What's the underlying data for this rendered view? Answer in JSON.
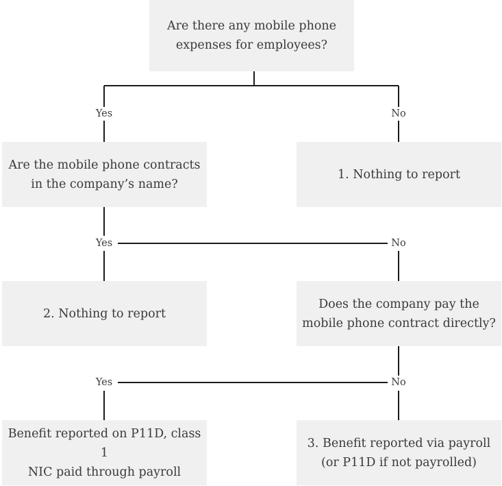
{
  "nodes": {
    "q1": {
      "lines": [
        "Are there any mobile phone",
        "expenses for employees?"
      ]
    },
    "q2": {
      "lines": [
        "Are the mobile phone contracts",
        "in the company’s name?"
      ]
    },
    "r1": {
      "lines": [
        "1. Nothing to report"
      ]
    },
    "r2": {
      "lines": [
        "2. Nothing to report"
      ]
    },
    "q3": {
      "lines": [
        "Does the company pay the",
        "mobile phone contract directly?"
      ]
    },
    "r_benefit": {
      "lines": [
        "Benefit reported on P11D, class 1",
        "NIC paid through payroll"
      ]
    },
    "r3": {
      "lines": [
        "3. Benefit reported via payroll",
        "(or P11D if not payrolled)"
      ]
    }
  },
  "labels": {
    "yes": "Yes",
    "no": "No"
  }
}
